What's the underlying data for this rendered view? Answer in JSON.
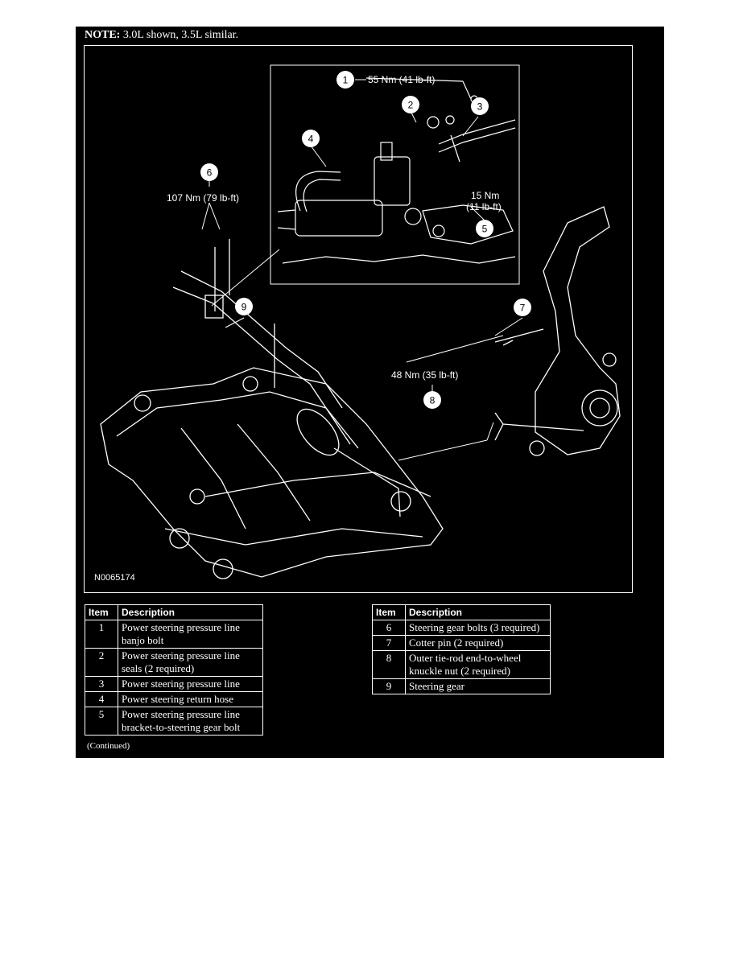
{
  "note": {
    "label": "NOTE:",
    "text": " 3.0L shown, 3.5L similar."
  },
  "figure": {
    "id": "N0065174",
    "callouts": [
      "1",
      "2",
      "3",
      "4",
      "5",
      "6",
      "7",
      "8",
      "9"
    ],
    "torque": {
      "t1": "55 Nm (41 lb-ft)",
      "t5a": "15 Nm",
      "t5b": "(11 lb-ft)",
      "t6": "107 Nm (79 lb-ft)",
      "t8": "48 Nm (35 lb-ft)"
    }
  },
  "table_headers": {
    "item": "Item",
    "description": "Description"
  },
  "table_left": [
    {
      "item": "1",
      "description": "Power steering pressure line banjo bolt"
    },
    {
      "item": "2",
      "description": "Power steering pressure line seals (2 required)"
    },
    {
      "item": "3",
      "description": "Power steering pressure line"
    },
    {
      "item": "4",
      "description": "Power steering return hose"
    },
    {
      "item": "5",
      "description": "Power steering pressure line bracket-to-steering gear bolt"
    }
  ],
  "table_right": [
    {
      "item": "6",
      "description": "Steering gear bolts (3 required)"
    },
    {
      "item": "7",
      "description": "Cotter pin (2 required)"
    },
    {
      "item": "8",
      "description": "Outer tie-rod end-to-wheel knuckle nut (2 required)"
    },
    {
      "item": "9",
      "description": "Steering gear"
    }
  ],
  "footer": {
    "continued": "(Continued)"
  }
}
